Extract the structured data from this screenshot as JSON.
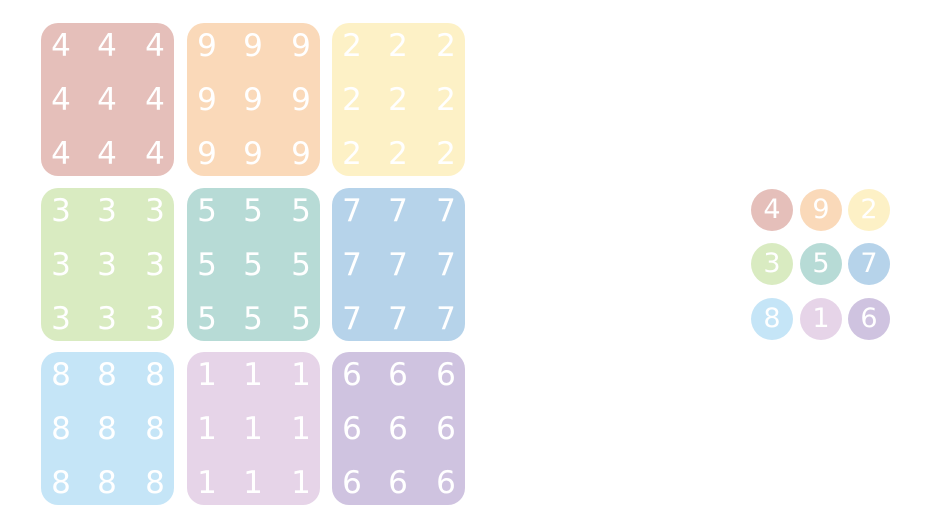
{
  "colors": {
    "4": "#e5bfba",
    "9": "#fad9b9",
    "2": "#fdf1c6",
    "3": "#d9ebc1",
    "5": "#b7dbd6",
    "7": "#b6d3ea",
    "8": "#c5e5f7",
    "1": "#e6d4e8",
    "6": "#cfc3e0"
  },
  "grid": {
    "blocks": [
      {
        "digit": "4",
        "cells": [
          "4",
          "4",
          "4",
          "4",
          "4",
          "4",
          "4",
          "4",
          "4"
        ]
      },
      {
        "digit": "9",
        "cells": [
          "9",
          "9",
          "9",
          "9",
          "9",
          "9",
          "9",
          "9",
          "9"
        ]
      },
      {
        "digit": "2",
        "cells": [
          "2",
          "2",
          "2",
          "2",
          "2",
          "2",
          "2",
          "2",
          "2"
        ]
      },
      {
        "digit": "3",
        "cells": [
          "3",
          "3",
          "3",
          "3",
          "3",
          "3",
          "3",
          "3",
          "3"
        ]
      },
      {
        "digit": "5",
        "cells": [
          "5",
          "5",
          "5",
          "5",
          "5",
          "5",
          "5",
          "5",
          "5"
        ]
      },
      {
        "digit": "7",
        "cells": [
          "7",
          "7",
          "7",
          "7",
          "7",
          "7",
          "7",
          "7",
          "7"
        ]
      },
      {
        "digit": "8",
        "cells": [
          "8",
          "8",
          "8",
          "8",
          "8",
          "8",
          "8",
          "8",
          "8"
        ]
      },
      {
        "digit": "1",
        "cells": [
          "1",
          "1",
          "1",
          "1",
          "1",
          "1",
          "1",
          "1",
          "1"
        ]
      },
      {
        "digit": "6",
        "cells": [
          "6",
          "6",
          "6",
          "6",
          "6",
          "6",
          "6",
          "6",
          "6"
        ]
      }
    ]
  },
  "legend": [
    "4",
    "9",
    "2",
    "3",
    "5",
    "7",
    "8",
    "1",
    "6"
  ]
}
